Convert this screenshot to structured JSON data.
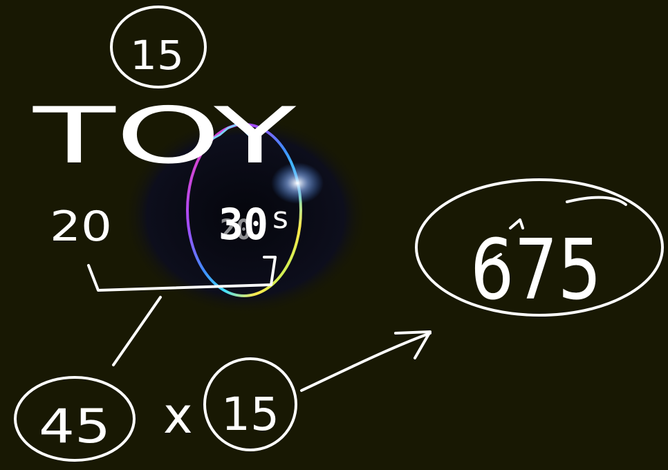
{
  "annotations": {
    "top_circle_text": "15",
    "word_text": "TOY",
    "left_number_text": "20",
    "bottom_left_circle_text": "45",
    "multiply_text": "x",
    "bottom_right_circle_text": "15",
    "result_circle_text": "675"
  },
  "timer": {
    "display_text": "30",
    "overlay_text": "20",
    "suffix_text": "s"
  },
  "colors": {
    "background": "#181803",
    "ink": "#ffffff",
    "timer_disc": "#0a0b14",
    "ring_gradient": [
      "#ff3fa8",
      "#a34dff",
      "#3f8cff",
      "#41e0ff",
      "#ffffff",
      "#ffe84a",
      "#5cff6b"
    ]
  }
}
